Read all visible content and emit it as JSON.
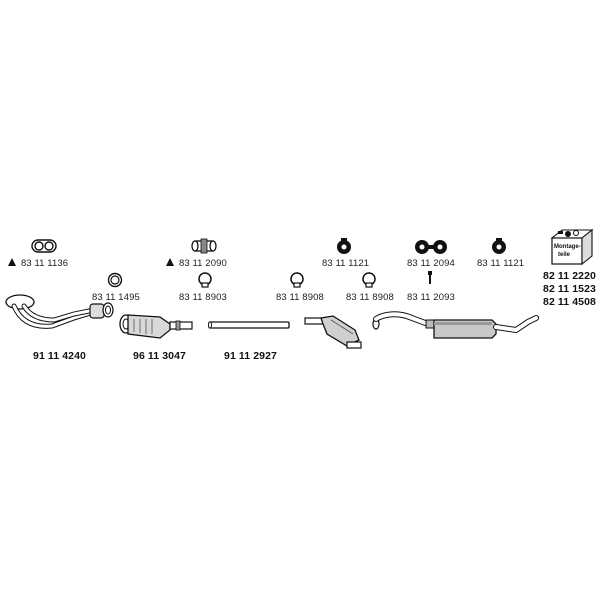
{
  "parts": {
    "gasket_double": {
      "number": "83 11 1136",
      "icon": "double-ring-gasket-icon",
      "marked": true
    },
    "gasket_ring": {
      "number": "83 11 1495",
      "icon": "ring-gasket-icon"
    },
    "front_pipe": {
      "number": "91 11 4240",
      "icon": "front-pipe-icon"
    },
    "clamp_sleeve": {
      "number": "83 11 2090",
      "icon": "clamp-sleeve-icon",
      "marked": true
    },
    "clamp_1": {
      "number": "83 11 8903",
      "icon": "clamp-icon"
    },
    "catalytic_converter": {
      "number": "96 11 3047",
      "icon": "catalytic-converter-icon"
    },
    "middle_pipe": {
      "number": "91 11 2927",
      "icon": "straight-pipe-icon"
    },
    "clamp_2": {
      "number": "83 11 8908",
      "icon": "clamp-icon"
    },
    "middle_silencer": {
      "number": "",
      "icon": "middle-silencer-icon"
    },
    "hanger_1": {
      "number": "83 11 1121",
      "icon": "rubber-hanger-icon"
    },
    "clamp_3": {
      "number": "83 11 8908",
      "icon": "clamp-icon"
    },
    "hanger_double": {
      "number": "83 11 2094",
      "icon": "double-rubber-hanger-icon"
    },
    "bolt": {
      "number": "83 11 2093",
      "icon": "bolt-icon"
    },
    "rear_silencer": {
      "number": "",
      "icon": "rear-silencer-icon"
    },
    "hanger_2": {
      "number": "83 11 1121",
      "icon": "rubber-hanger-icon"
    },
    "mounting_kit": {
      "label_line1": "Montage-",
      "label_line2": "teile",
      "icon": "mounting-kit-box-icon",
      "numbers": [
        "82 11 2220",
        "82 11 1523",
        "82 11 4508"
      ]
    }
  },
  "marker_icon": "triangle-marker-icon"
}
